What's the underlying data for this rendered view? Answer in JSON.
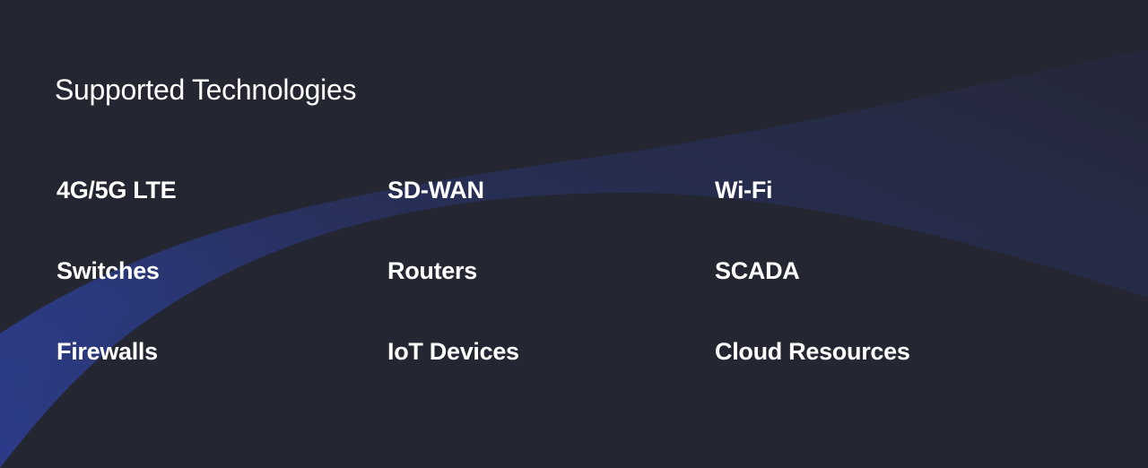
{
  "section": {
    "title": "Supported Technologies"
  },
  "technologies": [
    {
      "label": "4G/5G LTE"
    },
    {
      "label": "SD-WAN"
    },
    {
      "label": "Wi-Fi"
    },
    {
      "label": "Switches"
    },
    {
      "label": "Routers"
    },
    {
      "label": "SCADA"
    },
    {
      "label": "Firewalls"
    },
    {
      "label": "IoT Devices"
    },
    {
      "label": "Cloud Resources"
    }
  ],
  "colors": {
    "background": "#242632",
    "wave_accent": "#2b3a82",
    "text": "#ffffff"
  }
}
